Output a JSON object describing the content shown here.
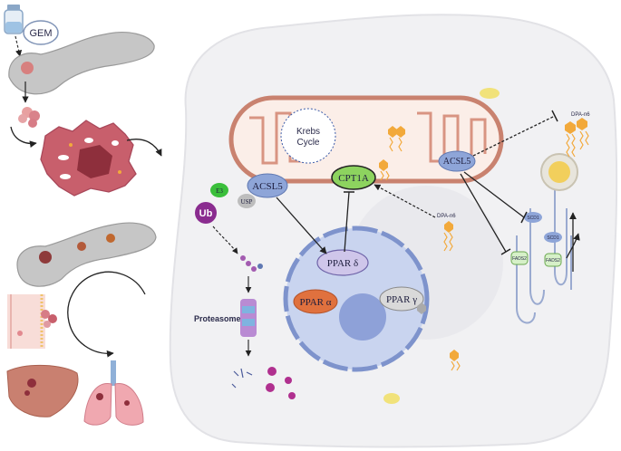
{
  "labels": {
    "drug": "GEM",
    "krebs_1": "Krebs",
    "krebs_2": "Cycle",
    "cpt1a": "CPT1A",
    "acsl5_left": "ACSL5",
    "acsl5_right": "ACSL5",
    "e3": "E3",
    "usp": "USP",
    "ub": "Ub",
    "proteasome": "Proteasome",
    "ppar_delta": "PPAR δ",
    "ppar_alpha": "PPAR α",
    "ppar_gamma": "PPAR γ",
    "dpa_top": "DPA-n6",
    "dpa_mid": "DPA-n6",
    "scd1_a": "SCD1",
    "scd1_b": "SCD1",
    "fads2_a": "FADS2",
    "fads2_b": "FADS2"
  },
  "colors": {
    "cell_bg": "#f1f1f3",
    "mito_stroke": "#c9826f",
    "mito_fill": "#fbeee8",
    "nucleus_fill": "#c9d4ef",
    "nucleus_ring": "#7e93cc",
    "protein_blue": "#8ea5d8",
    "cpt1a_green": "#8dd35f",
    "ub_purple": "#8a2c8f",
    "e3_green": "#3bbf3b",
    "ppar_delta": "#cfc6ea",
    "ppar_alpha": "#e0713e",
    "ppar_gamma": "#d9d9d9",
    "lipid_orange": "#f2a93b",
    "organ_grey": "#b9b9b9",
    "tumor_pink": "#c95a6b",
    "liver": "#c98070",
    "lung": "#f0a8b0"
  }
}
